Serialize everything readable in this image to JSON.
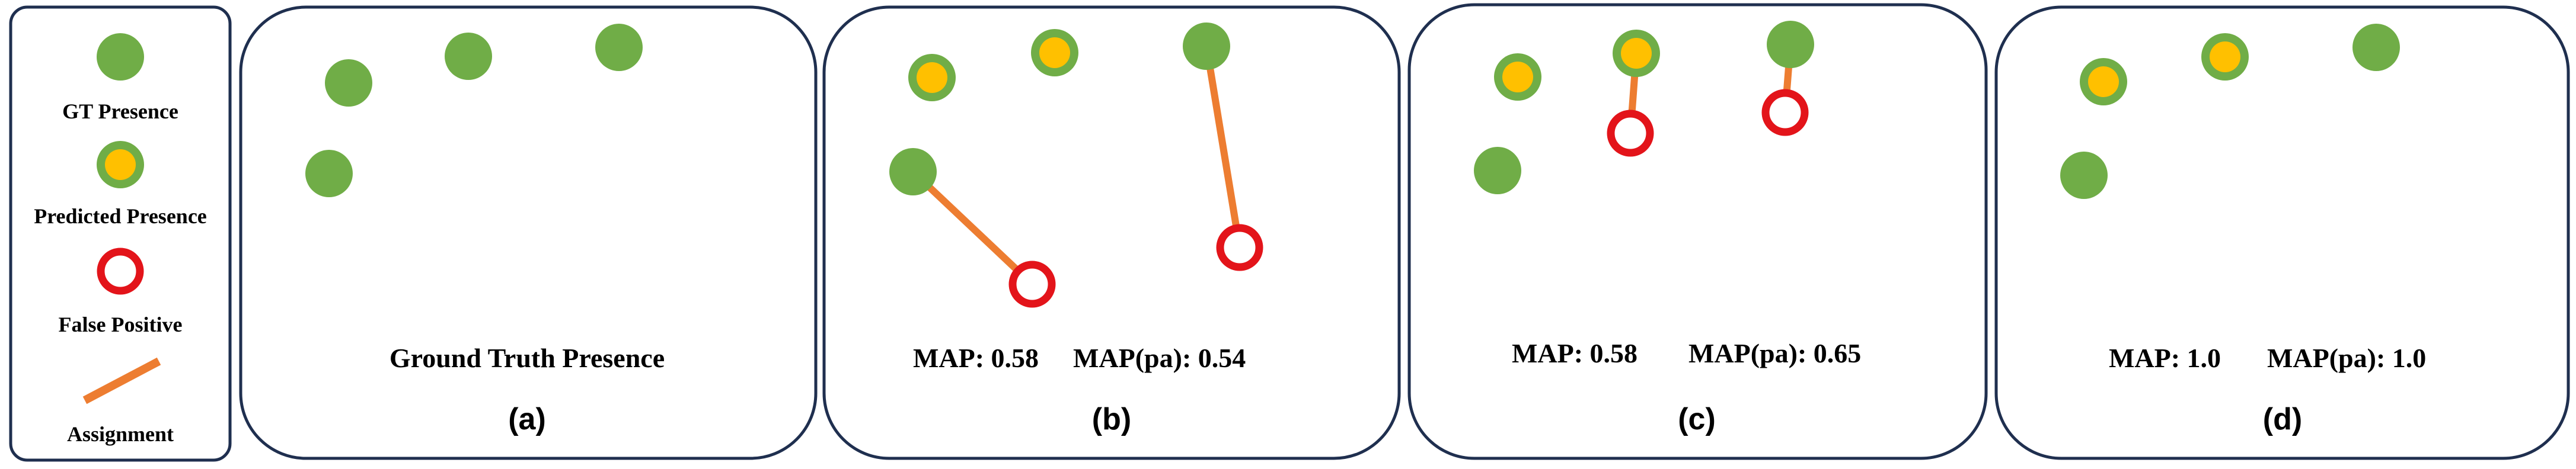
{
  "colors": {
    "frame": "#1f2f4f",
    "gt_green": "#70ad47",
    "pred_yellow": "#ffc000",
    "false_positive_red": "#e3141a",
    "assignment_orange": "#ed7d31"
  },
  "legend": {
    "gt_label": "GT Presence",
    "pred_label": "Predicted Presence",
    "fp_label": "False Positive",
    "assign_label": "Assignment"
  },
  "panels": {
    "a": {
      "caption": "(a)",
      "metric_text": "Ground Truth Presence"
    },
    "b": {
      "caption": "(b)",
      "map_text": "MAP: 0.58",
      "mappa_text": "MAP(pa): 0.54"
    },
    "c": {
      "caption": "(c)",
      "map_text": "MAP: 0.58",
      "mappa_text": "MAP(pa): 0.65"
    },
    "d": {
      "caption": "(d)",
      "map_text": "MAP: 1.0",
      "mappa_text": "MAP(pa): 1.0"
    }
  }
}
